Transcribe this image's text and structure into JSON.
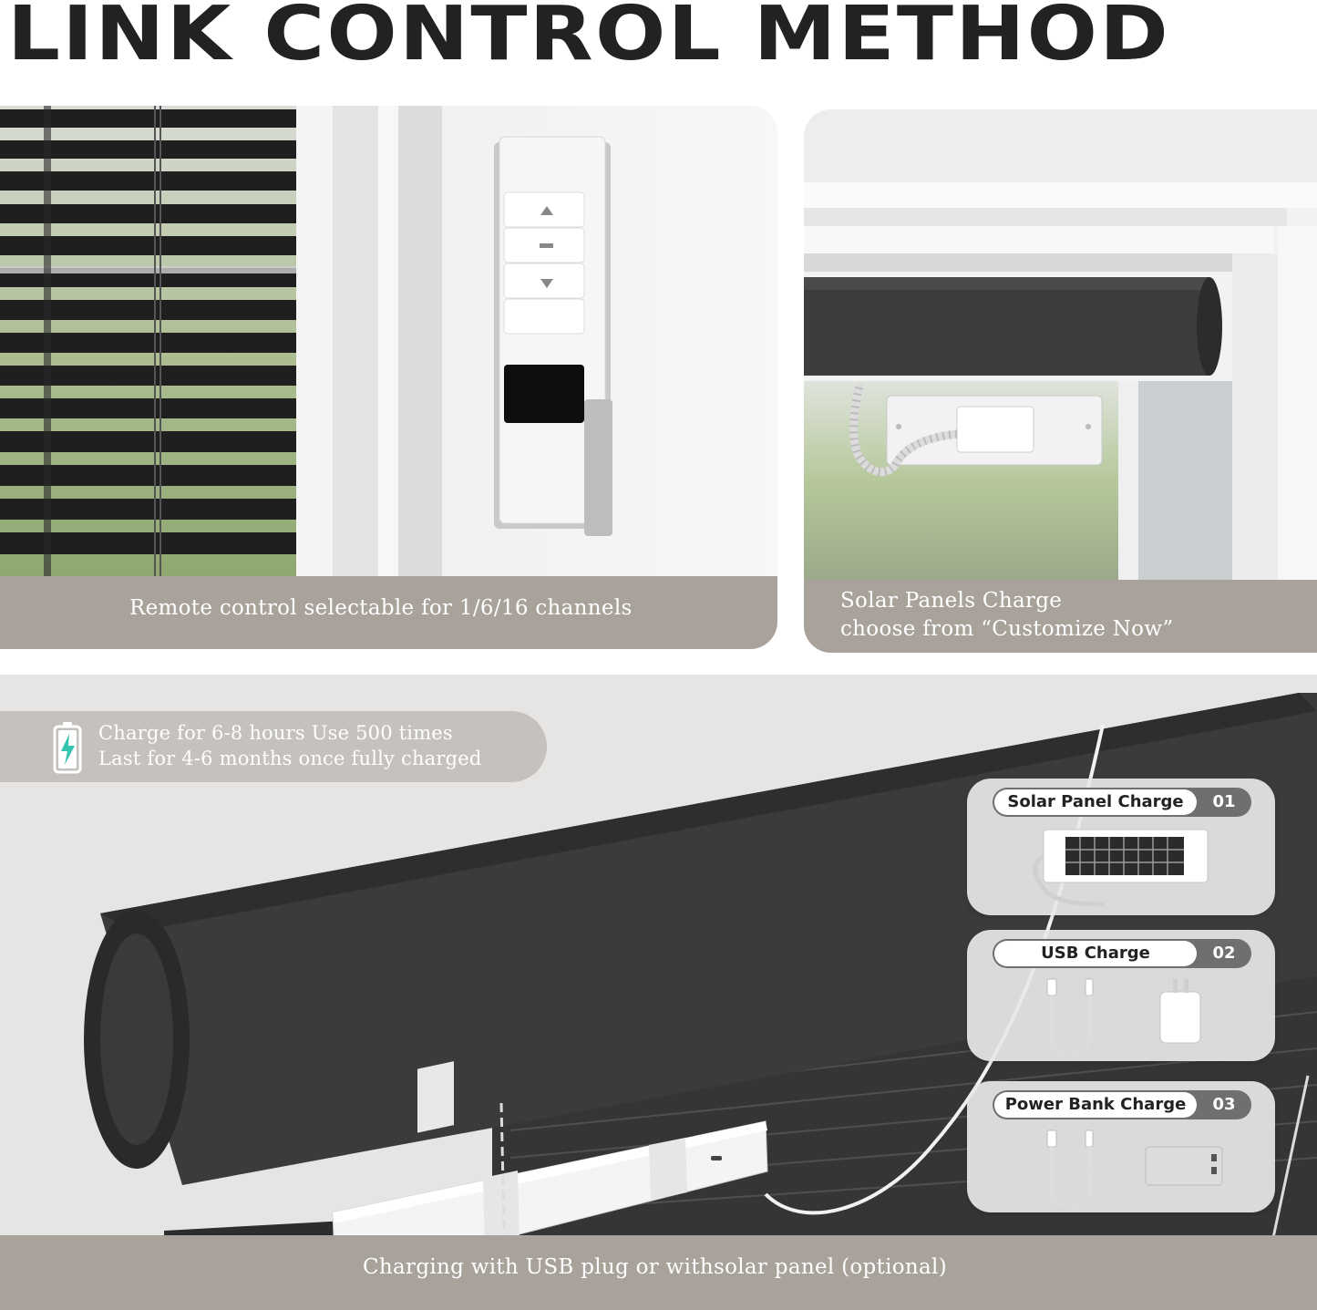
{
  "headline": "LINK CONTROL METHOD",
  "remote_panel": {
    "caption": "Remote control selectable for 1/6/16 channels",
    "icons": [
      "up-arrow-button",
      "stop-button",
      "down-arrow-button",
      "channel-button",
      "lcd-display"
    ]
  },
  "solar_panel": {
    "caption_line1": "Solar Panels Charge",
    "caption_line2": "choose from “Customize Now”"
  },
  "charge_panel": {
    "info_line1": "Charge for 6-8 hours Use 500 times",
    "info_line2": "Last for 4-6 months once fully charged",
    "info_icon": "battery-charging-icon",
    "caption": "Charging with USB plug or withsolar panel (optional)",
    "options": [
      {
        "label": "Solar Panel Charge",
        "number": "01",
        "icon": "solar-panel-icon"
      },
      {
        "label": "USB Charge",
        "number": "02",
        "icon": "usb-charger-icon"
      },
      {
        "label": "Power Bank Charge",
        "number": "03",
        "icon": "power-bank-icon"
      }
    ]
  },
  "colors": {
    "headline": "#222222",
    "caption_bar": "#a8a29b",
    "info_pill": "#c5c1bc",
    "shade_fabric": "#3c3c3c",
    "number_pill": "#6f6f6f"
  }
}
